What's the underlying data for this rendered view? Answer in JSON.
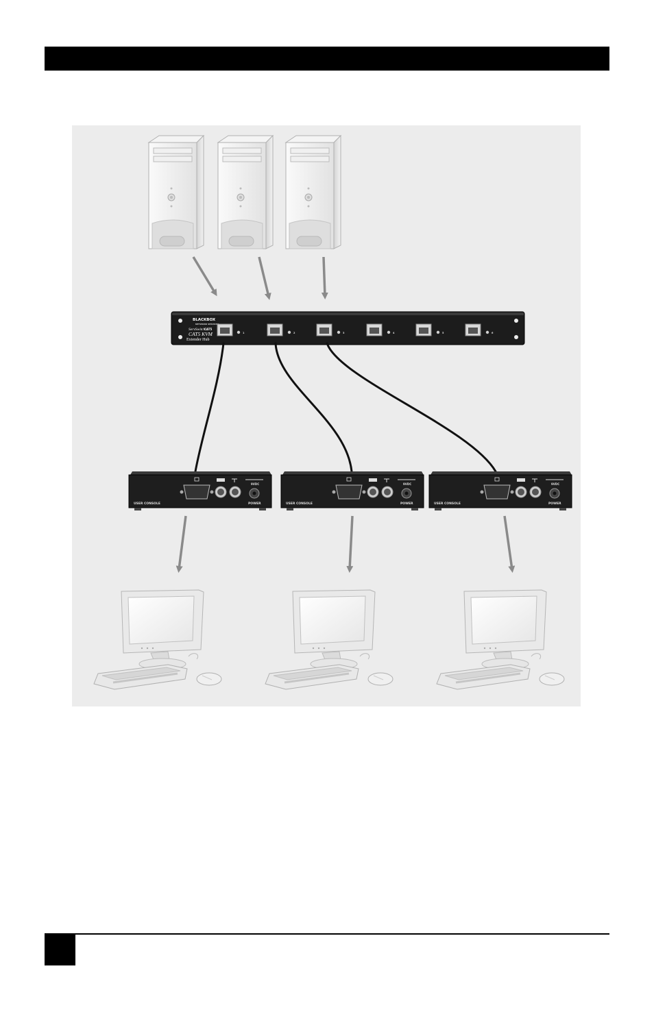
{
  "hub": {
    "brand_logo": "BLACKBOX",
    "brand_tag": "NETWORK SERVICES",
    "series": "ServSwitch",
    "model_badge": "CAT5",
    "title_line1": "CAT5 KVM",
    "title_line2": "Extender Hub",
    "port_numbers": [
      "1",
      "2",
      "3",
      "4",
      "5",
      "6"
    ]
  },
  "remote_units": [
    {
      "label": "USER CONSOLE",
      "power_label": "POWER",
      "dc_label": "9VDC"
    },
    {
      "label": "USER CONSOLE",
      "power_label": "POWER",
      "dc_label": "9VDC"
    },
    {
      "label": "USER CONSOLE",
      "power_label": "POWER",
      "dc_label": "9VDC"
    }
  ],
  "colors": {
    "arrow": "#8a8a8a",
    "cable": "#111111",
    "chassis": "#1c1c1c",
    "figure_background": "#ececec"
  }
}
